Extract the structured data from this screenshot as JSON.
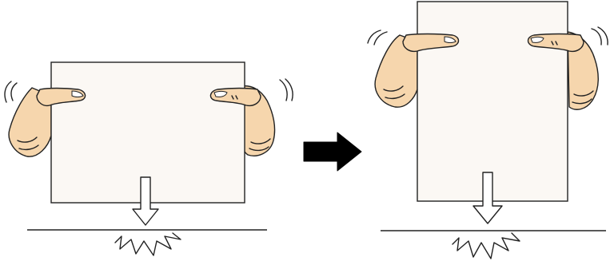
{
  "diagram": {
    "steps": [
      {
        "paper_orientation": "landscape",
        "hands": "tapping",
        "icons": [
          "paper-sheet-icon",
          "hand-icon",
          "down-arrow-icon",
          "impact-burst-icon",
          "motion-lines-icon"
        ]
      },
      {
        "paper_orientation": "portrait",
        "hands": "tapping",
        "icons": [
          "paper-sheet-icon",
          "hand-icon",
          "down-arrow-icon",
          "impact-burst-icon",
          "motion-lines-icon"
        ]
      }
    ],
    "transition_icon": "right-arrow-icon",
    "colors": {
      "paper": "#fbf8f4",
      "outline": "#222222",
      "skin": "#f6d6ad",
      "skin_shadow": "#e8bd8c",
      "arrow_fill": "#ffffff",
      "transition_arrow": "#000000"
    }
  }
}
